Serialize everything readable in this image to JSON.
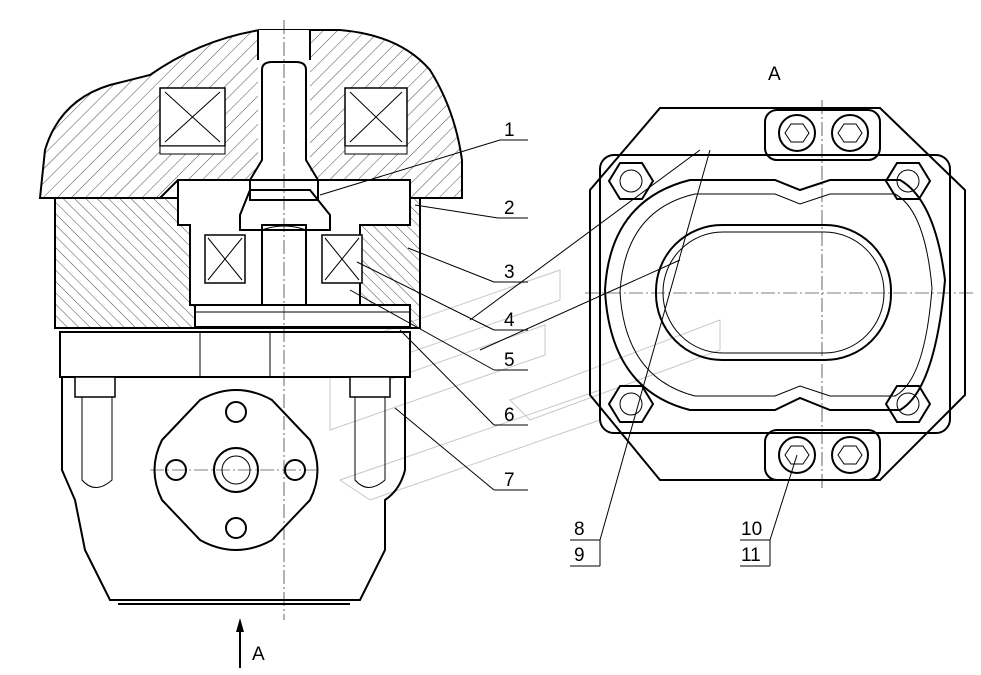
{
  "drawing": {
    "view_label": "A",
    "arrow_label": "A",
    "part_numbers": [
      "1",
      "2",
      "3",
      "4",
      "5",
      "6",
      "7"
    ],
    "view_part_numbers": [
      {
        "top": "8",
        "bottom": "9"
      },
      {
        "top": "10",
        "bottom": "11"
      }
    ]
  }
}
